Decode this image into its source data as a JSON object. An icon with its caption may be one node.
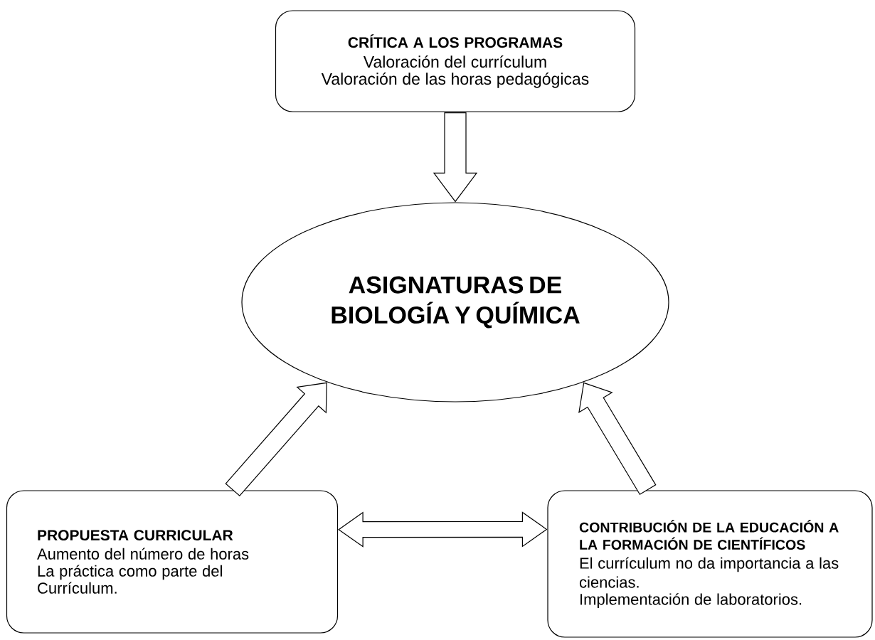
{
  "diagram": {
    "nodes": [
      {
        "text": [
          "CRÍTICA A LOS PROGRAMAS",
          "Valoración del currículum",
          "Valoración de las horas pedagógicas"
        ]
      },
      {
        "text": [
          "ASIGNATURAS DE BIOLOGÍA Y QUÍMICA"
        ]
      },
      {
        "text": [
          "PROPUESTA CURRICULAR",
          "Aumento del número de horas",
          "La práctica como parte del Currículum."
        ]
      },
      {
        "text": [
          "CONTRIBUCIÓN DE LA EDUCACIÓN A LA FORMACIÓN DE CIENTÍFICOS",
          "El currículum no da importancia a las ciencias.",
          "Implementación de laboratorios."
        ]
      }
    ],
    "edges": [
      {
        "from": 0,
        "to": 1,
        "arrow": "to"
      },
      {
        "from": 2,
        "to": 1,
        "arrow": "to"
      },
      {
        "from": 3,
        "to": 1,
        "arrow": "to"
      },
      {
        "from": 2,
        "to": 3,
        "arrow": "both"
      }
    ]
  }
}
